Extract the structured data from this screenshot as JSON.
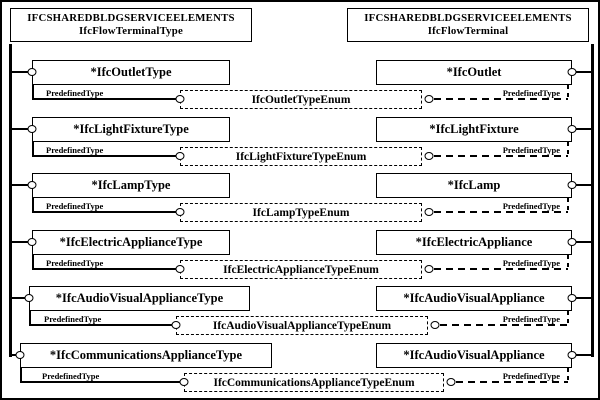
{
  "headers": {
    "left": {
      "schema": "IFCSHAREDBLDGSERVICEELEMENTS",
      "name": "IfcFlowTerminalType"
    },
    "right": {
      "schema": "IFCSHAREDBLDGSERVICEELEMENTS",
      "name": "IfcFlowTerminal"
    }
  },
  "labels": {
    "attribute": "PredefinedType"
  },
  "rows": [
    {
      "left": "*IfcOutletType",
      "enum": "IfcOutletTypeEnum",
      "right": "*IfcOutlet"
    },
    {
      "left": "*IfcLightFixtureType",
      "enum": "IfcLightFixtureTypeEnum",
      "right": "*IfcLightFixture"
    },
    {
      "left": "*IfcLampType",
      "enum": "IfcLampTypeEnum",
      "right": "*IfcLamp"
    },
    {
      "left": "*IfcElectricApplianceType",
      "enum": "IfcElectricApplianceTypeEnum",
      "right": "*IfcElectricAppliance"
    },
    {
      "left": "*IfcAudioVisualApplianceType",
      "enum": "IfcAudioVisualApplianceTypeEnum",
      "right": "*IfcAudioVisualAppliance"
    },
    {
      "left": "*IfcCommunicationsApplianceType",
      "enum": "IfcCommunicationsApplianceTypeEnum",
      "right": "*IfcAudioVisualAppliance"
    }
  ],
  "colors": {
    "line": "#000000",
    "background": "#ffffff"
  }
}
